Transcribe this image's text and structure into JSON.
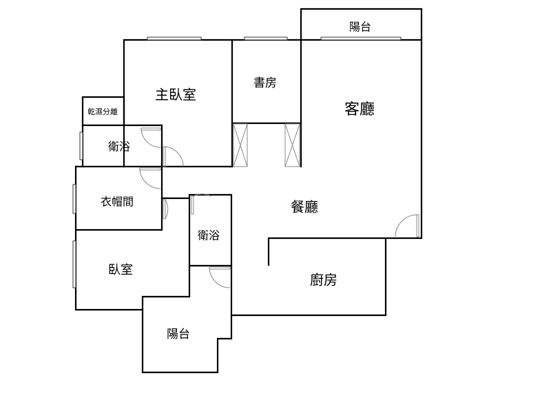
{
  "plan": {
    "rooms": {
      "master_bedroom": "主臥室",
      "study": "書房",
      "living_room": "客廳",
      "balcony_top": "陽台",
      "dry_wet": "乾濕分離",
      "bath_1": "衛浴",
      "closet": "衣帽間",
      "dining": "餐廳",
      "bath_2": "衛浴",
      "bedroom": "臥室",
      "kitchen": "廚房",
      "balcony_bottom": "陽台"
    }
  }
}
